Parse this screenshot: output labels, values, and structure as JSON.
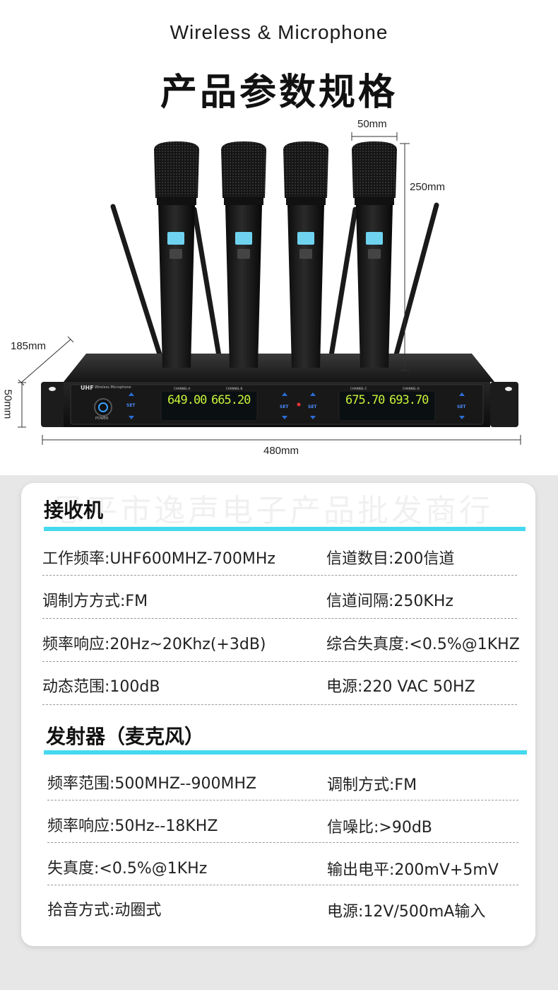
{
  "header": {
    "en_title": "Wireless & Microphone",
    "cn_title": "产品参数规格"
  },
  "dimensions": {
    "mic_diameter": "50mm",
    "mic_height": "250mm",
    "depth": "185mm",
    "height": "50mm",
    "width": "480mm"
  },
  "receiver_panel": {
    "brand": "UHF",
    "model_text": "Wireless Microphone",
    "power_label": "POWER",
    "set_label": "SET",
    "channels": [
      {
        "name": "CHANNEL-A",
        "freq": "649.00"
      },
      {
        "name": "CHANNEL-B",
        "freq": "665.20"
      },
      {
        "name": "CHANNEL-C",
        "freq": "675.70"
      },
      {
        "name": "CHANNEL-D",
        "freq": "693.70"
      }
    ]
  },
  "watermark": "恩平市逸声电子产品批发商行",
  "receiver": {
    "title": "接收机",
    "rows": [
      [
        "工作频率:UHF600MHZ-700MHz",
        "信道数目:200信道"
      ],
      [
        "调制方方式:FM",
        "信道间隔:250KHz"
      ],
      [
        "频率响应:20Hz~20Khz(+3dB)",
        "综合失真度:<0.5%@1KHZ"
      ],
      [
        "动态范围:100dB",
        "电源:220 VAC 50HZ"
      ]
    ]
  },
  "transmitter": {
    "title": "发射器（麦克风）",
    "rows": [
      [
        "频率范围:500MHZ--900MHZ",
        "调制方式:FM"
      ],
      [
        "频率响应:50Hz--18KHZ",
        "信噪比:>90dB"
      ],
      [
        "失真度:<0.5%@1KHz",
        "输出电平:200mV+5mV"
      ],
      [
        "拾音方式:动圈式",
        "电源:12V/500mA输入"
      ]
    ]
  }
}
